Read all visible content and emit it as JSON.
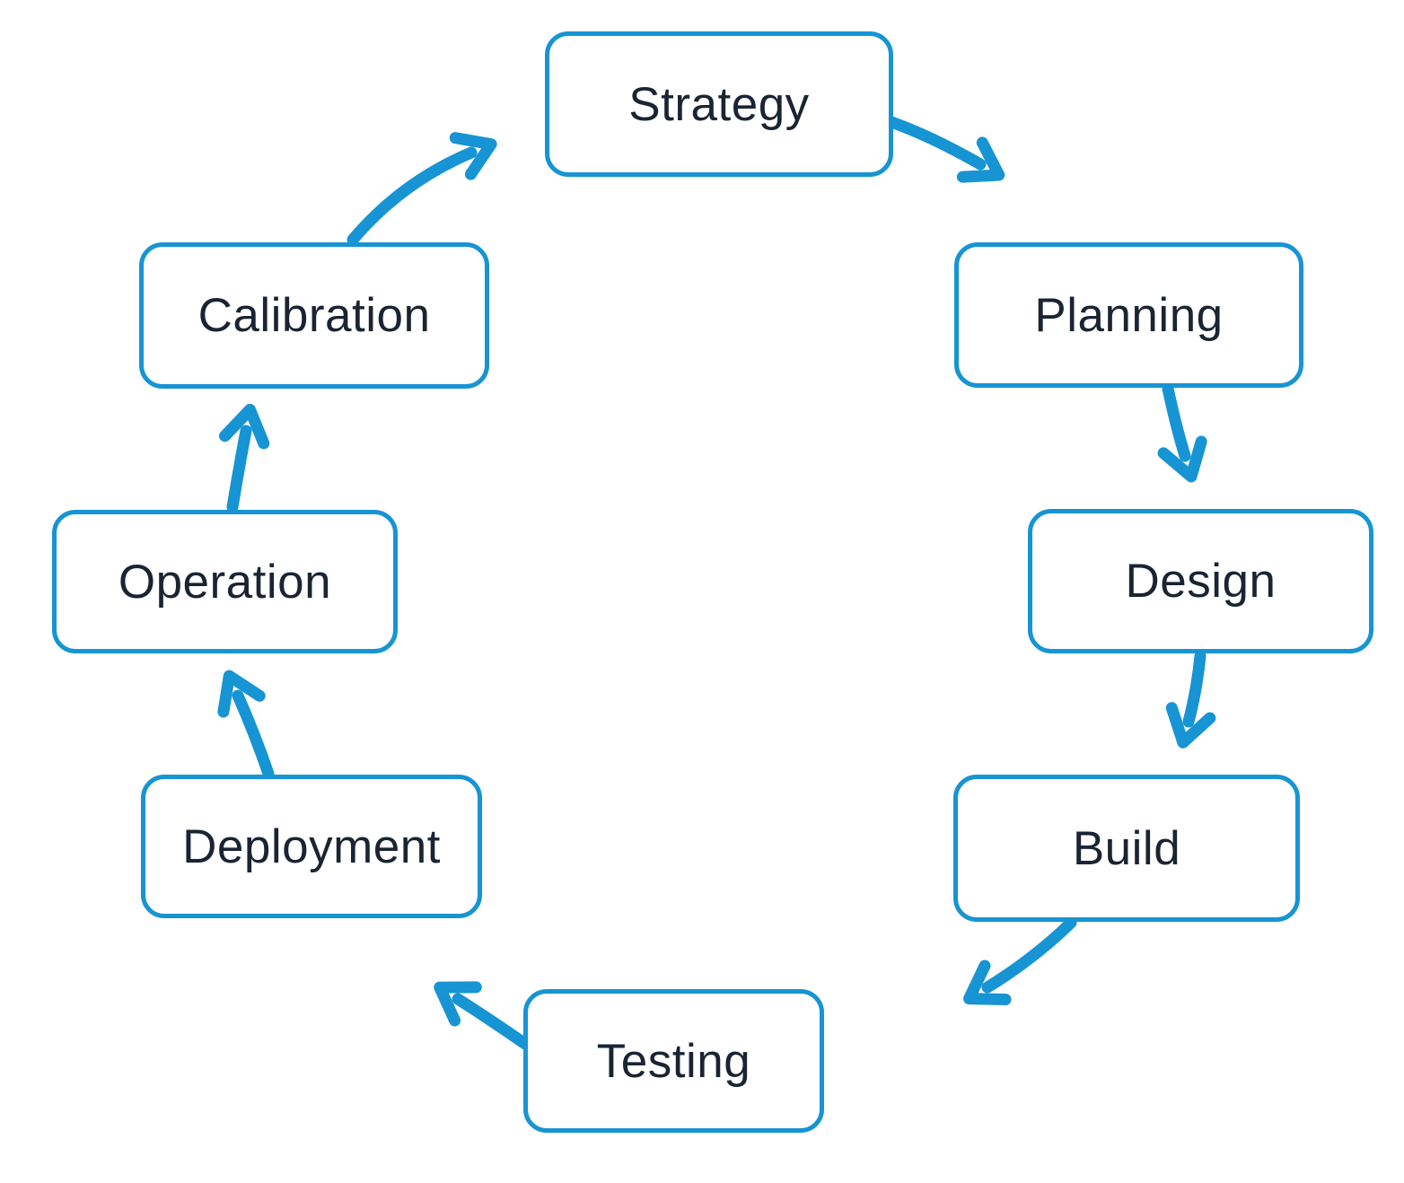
{
  "diagram": {
    "type": "cycle-flowchart",
    "accent_color": "#1794d3",
    "text_color": "#1a2433",
    "background_color": "#ffffff",
    "nodes": [
      {
        "id": "strategy",
        "label": "Strategy"
      },
      {
        "id": "planning",
        "label": "Planning"
      },
      {
        "id": "design",
        "label": "Design"
      },
      {
        "id": "build",
        "label": "Build"
      },
      {
        "id": "testing",
        "label": "Testing"
      },
      {
        "id": "deployment",
        "label": "Deployment"
      },
      {
        "id": "operation",
        "label": "Operation"
      },
      {
        "id": "calibration",
        "label": "Calibration"
      }
    ],
    "edges": [
      {
        "from": "Strategy",
        "to": "Planning"
      },
      {
        "from": "Planning",
        "to": "Design"
      },
      {
        "from": "Design",
        "to": "Build"
      },
      {
        "from": "Build",
        "to": "Testing"
      },
      {
        "from": "Testing",
        "to": "Deployment"
      },
      {
        "from": "Deployment",
        "to": "Operation"
      },
      {
        "from": "Operation",
        "to": "Calibration"
      },
      {
        "from": "Calibration",
        "to": "Strategy"
      }
    ]
  }
}
